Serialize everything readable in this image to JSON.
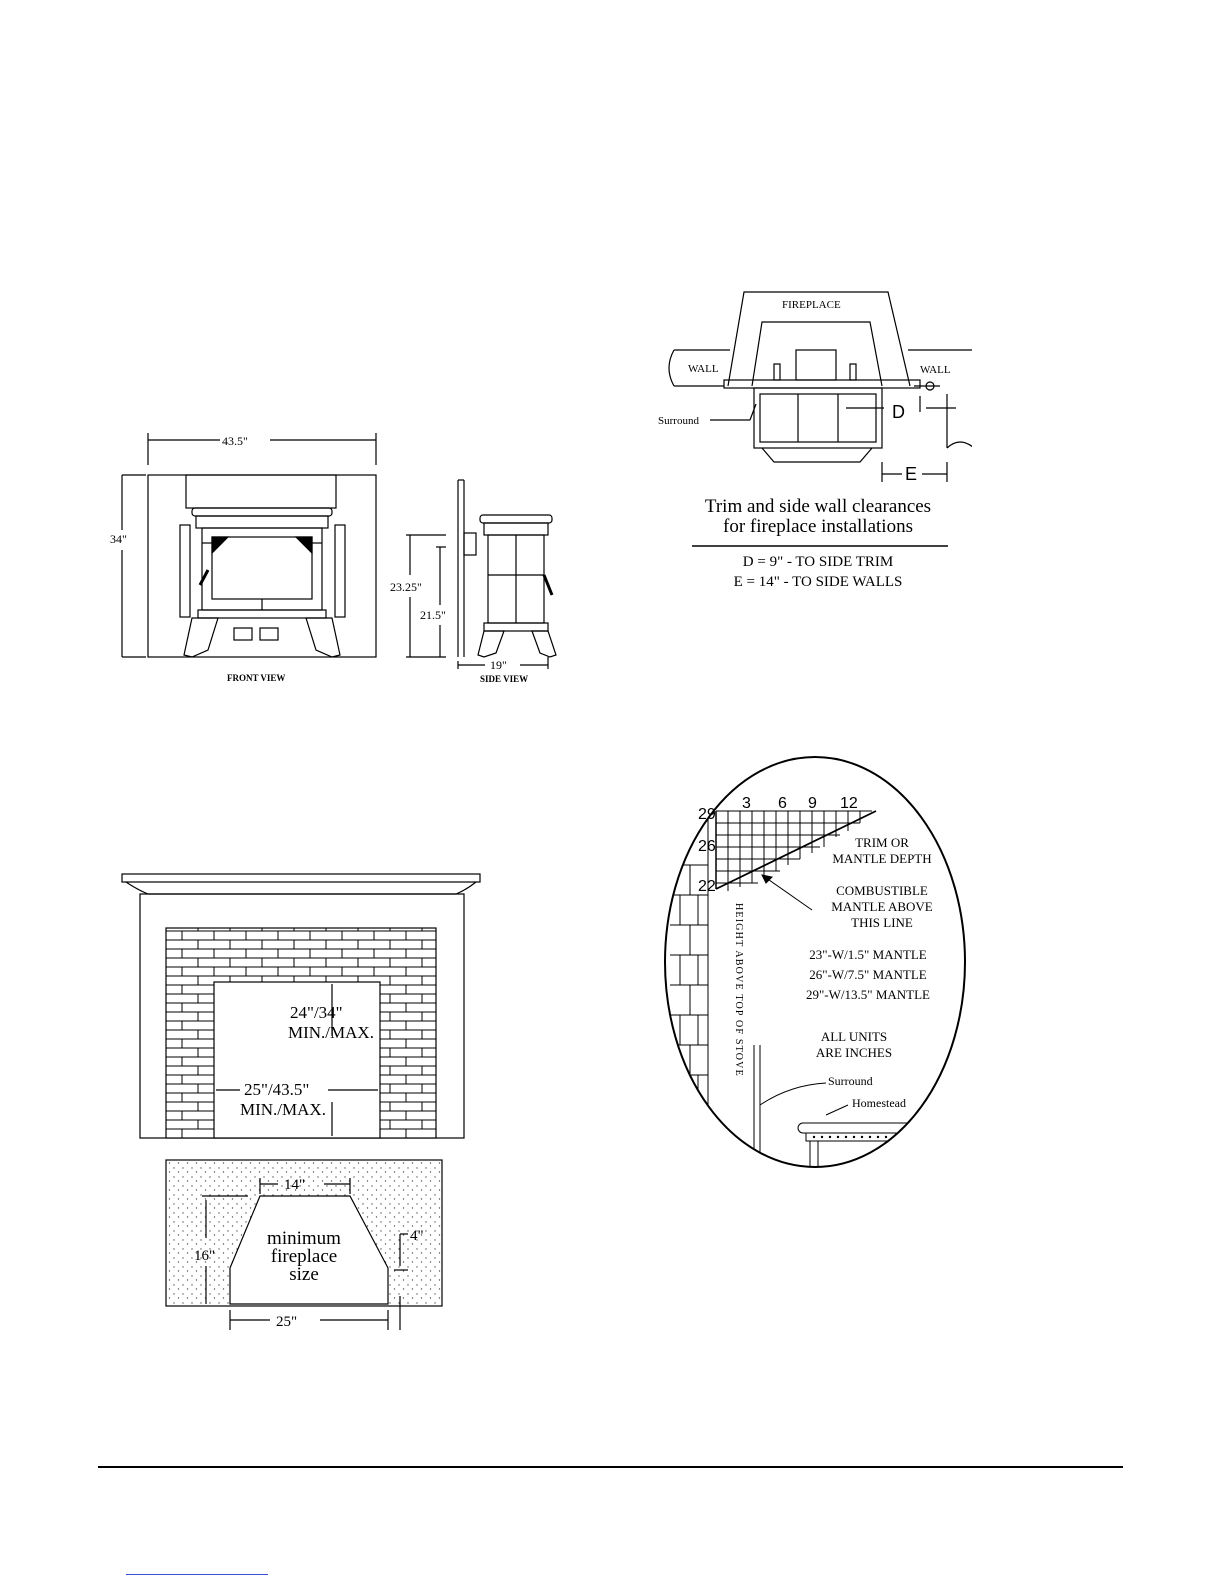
{
  "stove_views": {
    "width_dim": "43.5\"",
    "height_dim": "34\"",
    "side_height_1": "23.25\"",
    "side_height_2": "21.5\"",
    "depth_dim": "19\"",
    "front_caption": "FRONT VIEW",
    "side_caption": "SIDE VIEW"
  },
  "clearances": {
    "fireplace_label": "FIREPLACE",
    "wall_left": "WALL",
    "wall_right": "WALL",
    "surround_label": "Surround",
    "d_label": "D",
    "e_label": "E",
    "title_line1": "Trim and side wall clearances",
    "title_line2": "for fireplace installations",
    "d_spec": "D = 9\" - TO SIDE TRIM",
    "e_spec": "E = 14\" - TO SIDE WALLS"
  },
  "fireplace_size": {
    "height_range": "24\"/34\"",
    "height_minmax": "MIN./MAX.",
    "width_range": "25\"/43.5\"",
    "width_minmax": "MIN./MAX.",
    "top_width": "14\"",
    "depth": "16\"",
    "side_offset": "4\"",
    "bottom_width": "25\"",
    "min_line1": "minimum",
    "min_line2": "fireplace",
    "min_line3": "size"
  },
  "mantle": {
    "scale_top": [
      "3",
      "6",
      "9",
      "12"
    ],
    "scale_side": [
      "29",
      "26",
      "22"
    ],
    "trim_line1": "TRIM OR",
    "trim_line2": "MANTLE DEPTH",
    "comb_line1": "COMBUSTIBLE",
    "comb_line2": "MANTLE ABOVE",
    "comb_line3": "THIS LINE",
    "spec1": "23\"-W/1.5\" MANTLE",
    "spec2": "26\"-W/7.5\" MANTLE",
    "spec3": "29\"-W/13.5\" MANTLE",
    "units_line1": "ALL UNITS",
    "units_line2": "ARE INCHES",
    "vertical_label": "HEIGHT ABOVE TOP OF STOVE",
    "surround_label": "Surround",
    "homestead_label": "Homestead"
  }
}
